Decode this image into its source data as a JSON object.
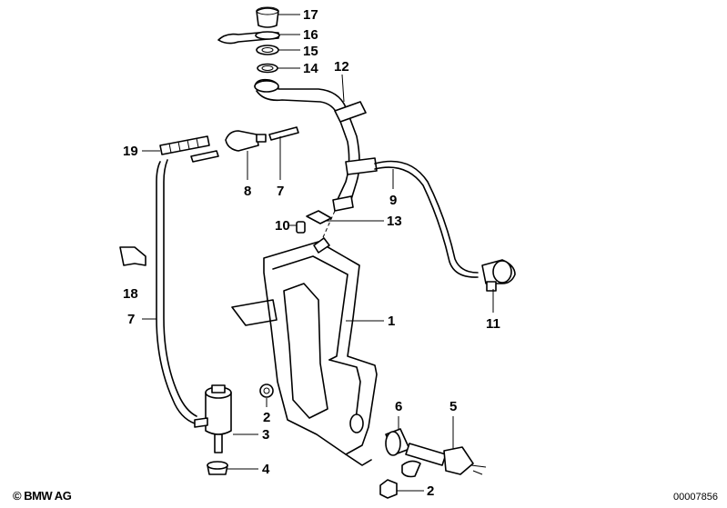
{
  "diagram": {
    "labels": [
      "17",
      "16",
      "15",
      "14",
      "12",
      "19",
      "8",
      "7",
      "9",
      "10",
      "13",
      "18",
      "1",
      "11",
      "7",
      "2",
      "3",
      "6",
      "5",
      "4",
      "2"
    ]
  },
  "footer": {
    "copyright": "© BMW AG",
    "document_number": "00007856"
  }
}
